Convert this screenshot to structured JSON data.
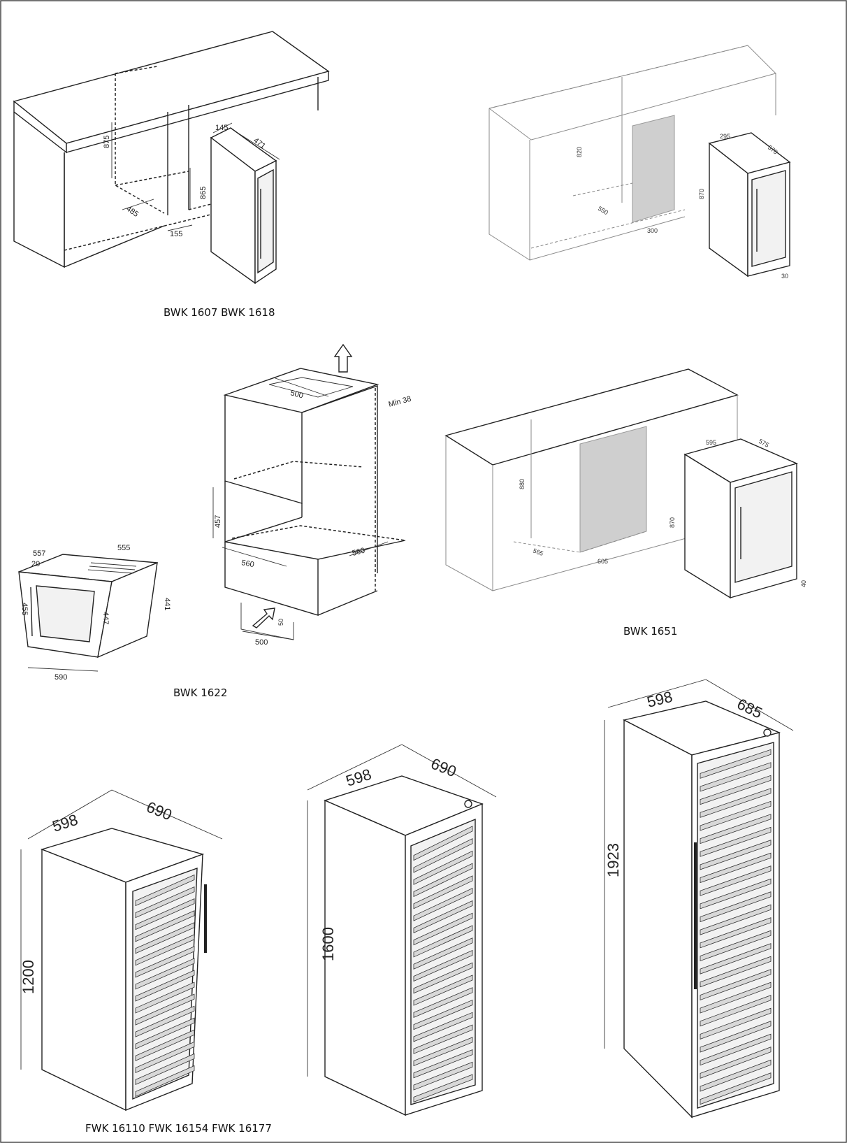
{
  "captions": {
    "bwk_1607_1618": "BWK 1607 BWK 1618",
    "bwk_1622": "BWK 1622",
    "bwk_1651": "BWK 1651",
    "fwk_freestanding": "FWK 16110 FWK 16154 FWK 16177"
  },
  "dimensions": {
    "bwk1607_niche_height": "875",
    "bwk1607_niche_depth": "485",
    "bwk1607_niche_width": "155",
    "bwk1607_unit_width": "145",
    "bwk1607_unit_depth": "471",
    "bwk1607_unit_height": "865",
    "bwk1618_niche_height": "820",
    "bwk1618_niche_depth": "550",
    "bwk1618_niche_width": "300",
    "bwk1618_unit_width": "295",
    "bwk1618_unit_depth": "570",
    "bwk1618_unit_height": "870",
    "bwk1618_unit_foot": "30",
    "bwk1622_niche_top_width": "500",
    "bwk1622_niche_min_gap": "Min 38",
    "bwk1622_niche_height": "457",
    "bwk1622_niche_width": "560",
    "bwk1622_niche_depth": "560",
    "bwk1622_vent_width": "500",
    "bwk1622_vent_height": "50",
    "bwk1622_unit_depth": "557",
    "bwk1622_unit_top_width": "555",
    "bwk1622_unit_frame": "20",
    "bwk1622_unit_height": "455",
    "bwk1622_unit_inner_height": "447",
    "bwk1622_unit_side_height": "441",
    "bwk1622_unit_width": "590",
    "bwk1651_niche_height": "880",
    "bwk1651_niche_depth": "565",
    "bwk1651_niche_width": "605",
    "bwk1651_unit_width": "595",
    "bwk1651_unit_depth": "575",
    "bwk1651_unit_height": "870",
    "bwk1651_unit_foot": "40",
    "fwk16110_width": "598",
    "fwk16110_depth": "690",
    "fwk16110_height": "1200",
    "fwk16154_width": "598",
    "fwk16154_depth": "690",
    "fwk16154_height": "1600",
    "fwk16177_width": "598",
    "fwk16177_depth": "685",
    "fwk16177_height": "1923"
  },
  "colors": {
    "line": "#222222",
    "niche_shade": "#cfcfcf",
    "paper": "#ffffff"
  },
  "icons": {
    "airflow_up": "arrow-up-outline-icon",
    "airflow_in": "arrow-diagonal-in-icon"
  }
}
